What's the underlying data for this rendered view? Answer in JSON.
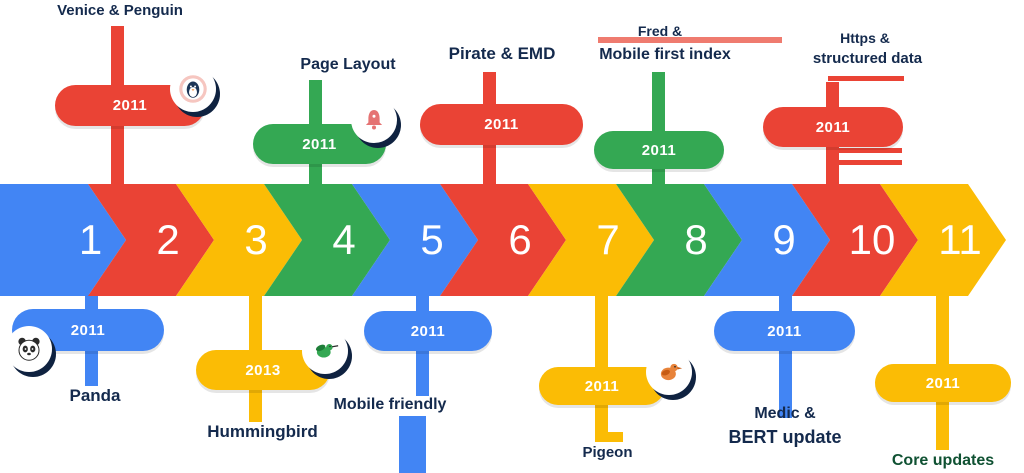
{
  "colors": {
    "blue": "#4285F4",
    "red": "#EA4335",
    "yellow": "#FBBC05",
    "green": "#34A853",
    "label_navy": "#142A4D",
    "label_green": "#0F5132",
    "white": "#FFFFFF"
  },
  "timeline": {
    "steps": [
      {
        "number": "1",
        "color": "#4285F4"
      },
      {
        "number": "2",
        "color": "#EA4335"
      },
      {
        "number": "3",
        "color": "#FBBC05"
      },
      {
        "number": "4",
        "color": "#34A853"
      },
      {
        "number": "5",
        "color": "#4285F4"
      },
      {
        "number": "6",
        "color": "#EA4335"
      },
      {
        "number": "7",
        "color": "#FBBC05"
      },
      {
        "number": "8",
        "color": "#34A853"
      },
      {
        "number": "9",
        "color": "#4285F4"
      },
      {
        "number": "10",
        "color": "#EA4335"
      },
      {
        "number": "11",
        "color": "#FBBC05"
      }
    ]
  },
  "callouts_top": [
    {
      "year": "2011",
      "label": "Venice & Penguin",
      "icon": "penguin-icon",
      "color": "#EA4335"
    },
    {
      "year": "2011",
      "label": "Page Layout",
      "icon": "bell-icon",
      "color": "#34A853"
    },
    {
      "year": "2011",
      "label": "Pirate & EMD",
      "color": "#EA4335"
    },
    {
      "year": "2011",
      "label_line1": "Fred &",
      "label_line2": "Mobile first index",
      "color": "#34A853"
    },
    {
      "year": "2011",
      "label_line1": "Https &",
      "label_line2": "structured data",
      "color": "#EA4335"
    }
  ],
  "callouts_bottom": [
    {
      "year": "2011",
      "label": "Panda",
      "icon": "panda-icon",
      "color": "#4285F4"
    },
    {
      "year": "2013",
      "label": "Hummingbird",
      "icon": "hummingbird-icon",
      "color": "#FBBC05"
    },
    {
      "year": "2011",
      "label": "Mobile friendly",
      "color": "#4285F4"
    },
    {
      "year": "2011",
      "label": "Pigeon",
      "icon": "pigeon-icon",
      "color": "#FBBC05"
    },
    {
      "year": "2011",
      "label_line1": "Medic &",
      "label_line2": "BERT update",
      "color": "#4285F4"
    },
    {
      "year": "2011",
      "label": "Core updates",
      "color": "#FBBC05"
    }
  ]
}
